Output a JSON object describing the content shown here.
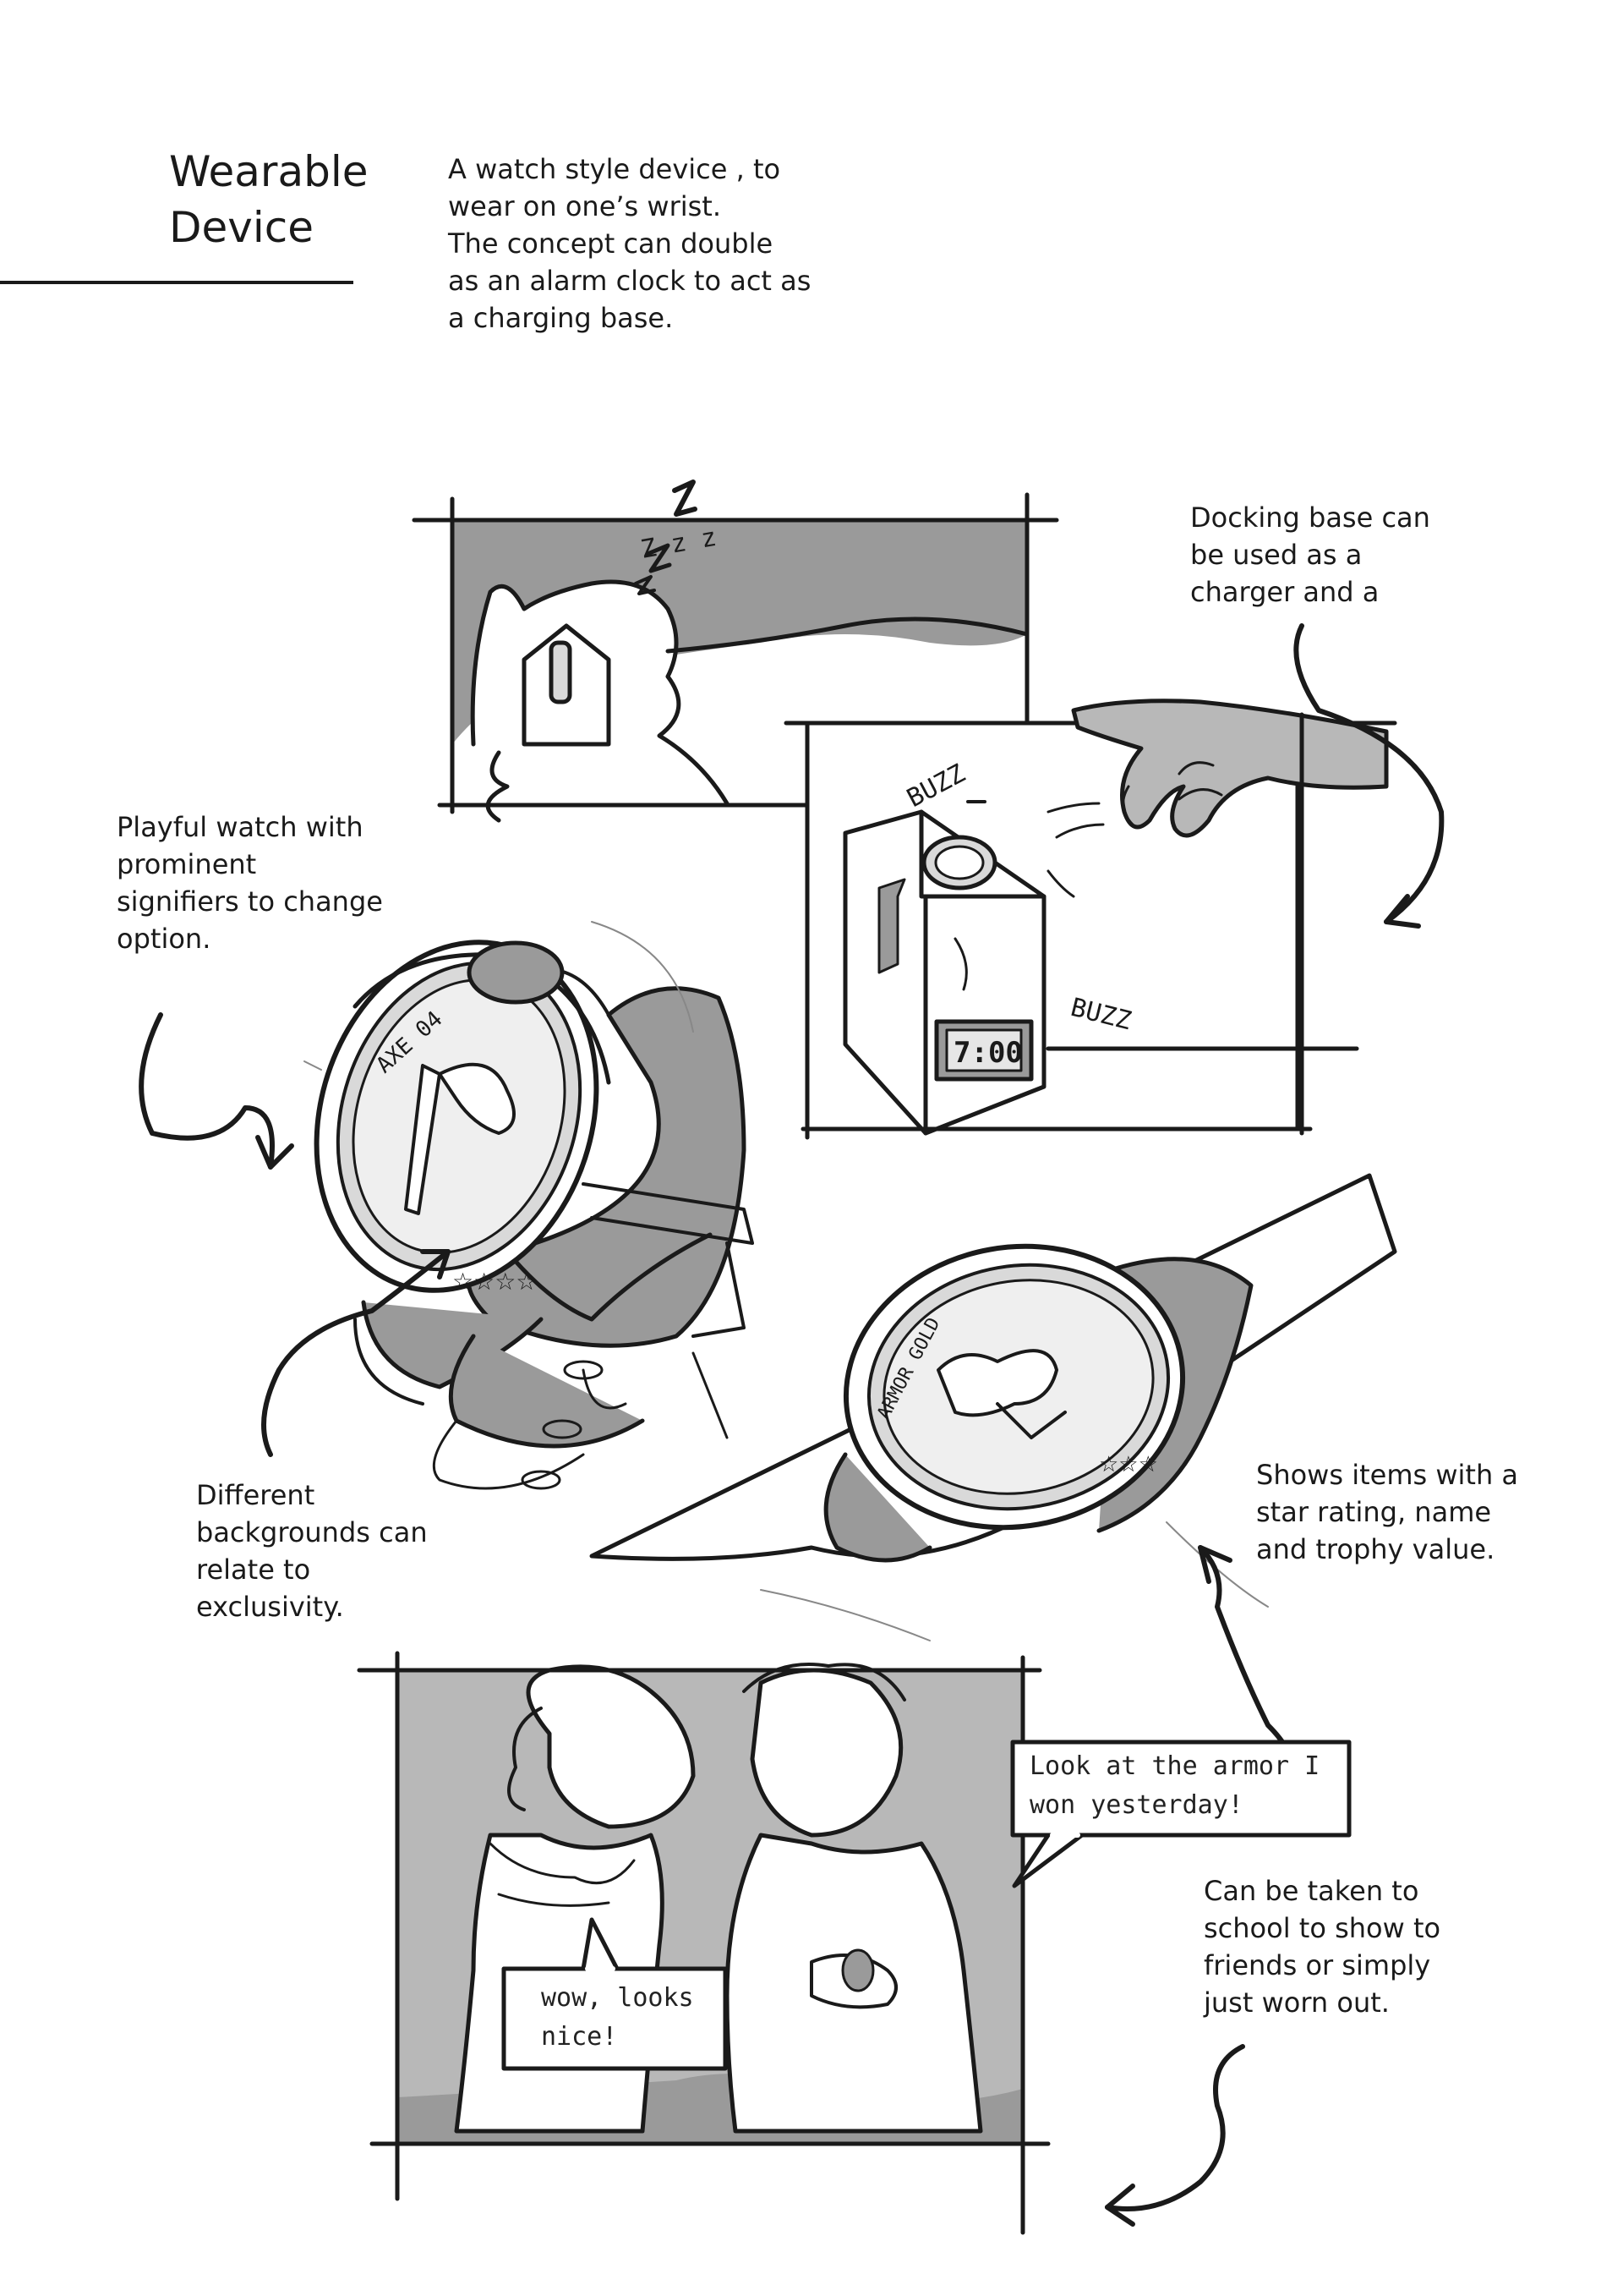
{
  "header": {
    "title_lines": [
      "Wearable",
      "Device"
    ],
    "intro_lines": [
      "A watch style device , to",
      "wear on one’s wrist.",
      "The concept can double",
      "as an alarm clock to act as",
      "a charging base."
    ]
  },
  "annotations": {
    "docking": [
      "Docking base can",
      "be used as a",
      "charger and a"
    ],
    "playful": [
      "Playful watch with",
      "prominent",
      "signifiers to change",
      "option."
    ],
    "backgrounds": [
      "Different",
      "backgrounds can",
      "relate to",
      "exclusivity."
    ],
    "star_rating": [
      "Shows items with a",
      "star rating, name",
      "and trophy value."
    ],
    "school": [
      "Can be taken to",
      "school to show to",
      "friends or simply",
      "just worn out."
    ]
  },
  "sketch_text": {
    "sleep": "Z z z",
    "buzz_1": "BUZZ",
    "buzz_2": "BUZZ",
    "clock_time": "7:00",
    "watch1_label": "AXE 04",
    "watch2_label": "ARMOR GOLD",
    "bubble_boy": [
      "Look at the armor I",
      "won yesterday!"
    ],
    "bubble_girl": [
      "wow, looks",
      "nice!"
    ]
  },
  "colors": {
    "ink": "#1a1a1a",
    "panel_gray": "#9a9a9a",
    "mid_gray": "#b8b8b8",
    "light_gray": "#d9d9d9",
    "paper": "#ffffff"
  }
}
